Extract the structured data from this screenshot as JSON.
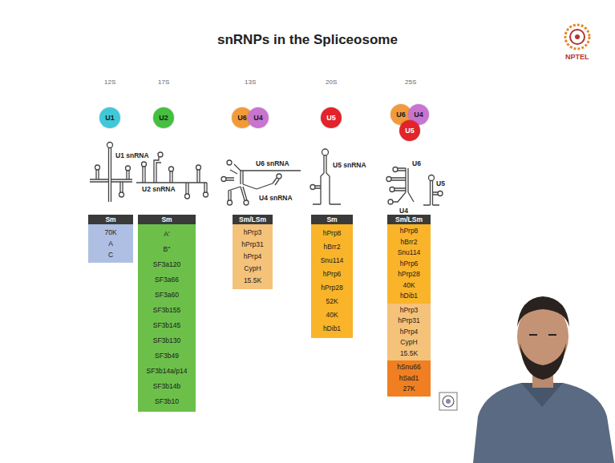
{
  "diagram": {
    "title": "snRNPs in the Spliceosome",
    "nodes": [
      {
        "text": [
          "U1"
        ]
      },
      {
        "text": [
          "U2"
        ]
      },
      {
        "text": [
          "U6"
        ]
      },
      {
        "text": [
          "U4"
        ]
      },
      {
        "text": [
          "U5"
        ]
      },
      {
        "text": [
          "U6"
        ]
      },
      {
        "text": [
          "U4"
        ]
      },
      {
        "text": [
          "U5"
        ]
      },
      {
        "text": [
          "Sm",
          "70K",
          "A",
          "C"
        ]
      },
      {
        "text": [
          "Sm",
          "A'",
          "B''",
          "SF3a120",
          "SF3a66",
          "SF3a60",
          "SF3b155",
          "SF3b145",
          "SF3b130",
          "SF3b49",
          "SF3b14a/p14",
          "SF3b14b",
          "SF3b10"
        ]
      },
      {
        "text": [
          "Sm/LSm",
          "hPrp3",
          "hPrp31",
          "hPrp4",
          "CypH",
          "15.5K"
        ]
      },
      {
        "text": [
          "Sm",
          "hPrp8",
          "hBrr2",
          "Snu114",
          "hPrp6",
          "hPrp28",
          "52K",
          "40K",
          "hDib1"
        ]
      },
      {
        "text": [
          "Sm/LSm"
        ]
      },
      {
        "text": [
          "hPrp8",
          "hBrr2",
          "Snu114",
          "hPrp6",
          "hPrp28",
          "40K",
          "hDib1"
        ],
        "in": 12
      },
      {
        "text": [
          "hPrp3",
          "hPrp31",
          "hPrp4",
          "CypH",
          "15.5K"
        ],
        "in": 12
      },
      {
        "text": [
          "hSnu66",
          "hSad1",
          "27K"
        ],
        "in": 12
      }
    ],
    "labels": [
      "NPTEL",
      "12S",
      "17S",
      "13S",
      "20S",
      "25S",
      "U1 snRNA",
      "U2 snRNA",
      "U6 snRNA",
      "U4 snRNA",
      "U5 snRNA",
      "U6",
      "U4",
      "U5"
    ]
  }
}
